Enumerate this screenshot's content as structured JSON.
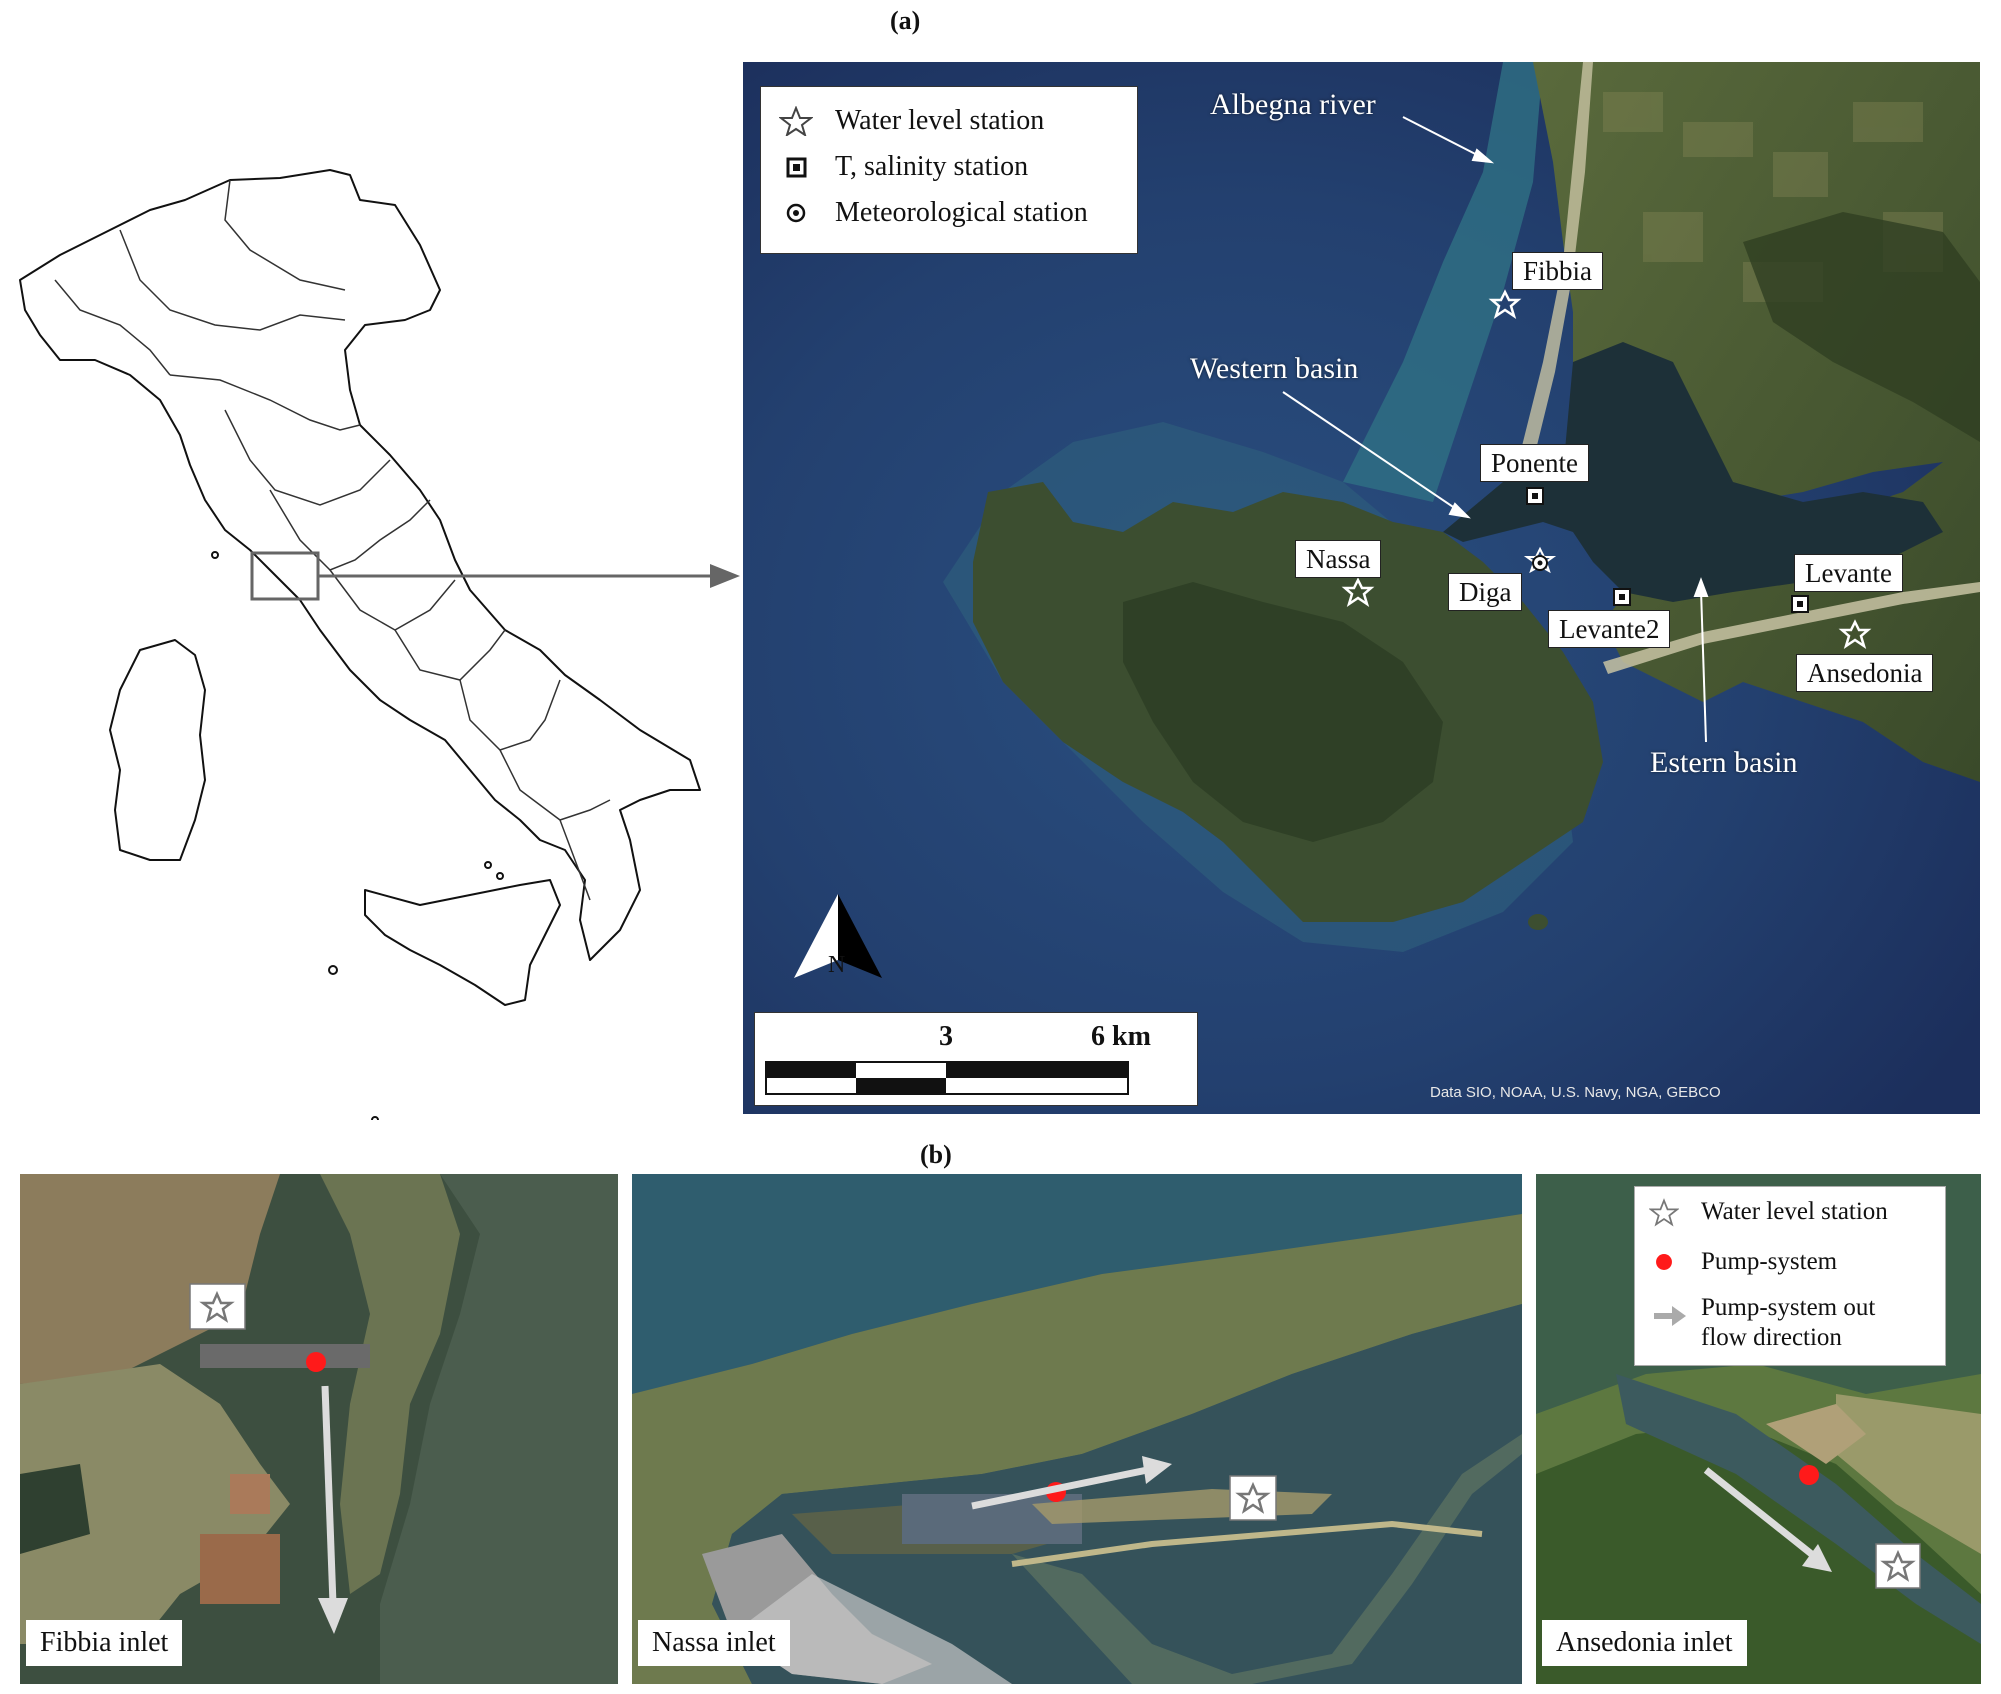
{
  "panel_labels": {
    "a": "(a)",
    "b": "(b)"
  },
  "main_map": {
    "legend": {
      "water_level": "Water level station",
      "t_salinity": "T, salinity station",
      "meteorological": "Meteorological station"
    },
    "region_labels": {
      "albegna": "Albegna river",
      "western": "Western basin",
      "eastern": "Estern basin"
    },
    "station_tags": {
      "fibbia": "Fibbia",
      "ponente": "Ponente",
      "nassa": "Nassa",
      "diga": "Diga",
      "levante2": "Levante2",
      "levante": "Levante",
      "ansedonia": "Ansedonia"
    },
    "north_label": "N",
    "scale": {
      "mid": "3",
      "end": "6 km"
    },
    "credit": "Data SIO, NOAA, U.S. Navy, NGA, GEBCO",
    "colors": {
      "sea_deep": "#1f3566",
      "sea_shallow": "#2f6c82",
      "land": "#3f4e2c",
      "marker": "#ffffff"
    }
  },
  "insets": {
    "fibbia": {
      "label": "Fibbia inlet"
    },
    "nassa": {
      "label": "Nassa inlet"
    },
    "ansedonia": {
      "label": "Ansedonia inlet",
      "legend": {
        "water_level": "Water level station",
        "pump": "Pump-system",
        "flow_line1": "Pump-system out",
        "flow_line2": "flow direction"
      }
    },
    "colors": {
      "pump": "#ff1a1a",
      "arrow": "#dcdcdc"
    }
  }
}
